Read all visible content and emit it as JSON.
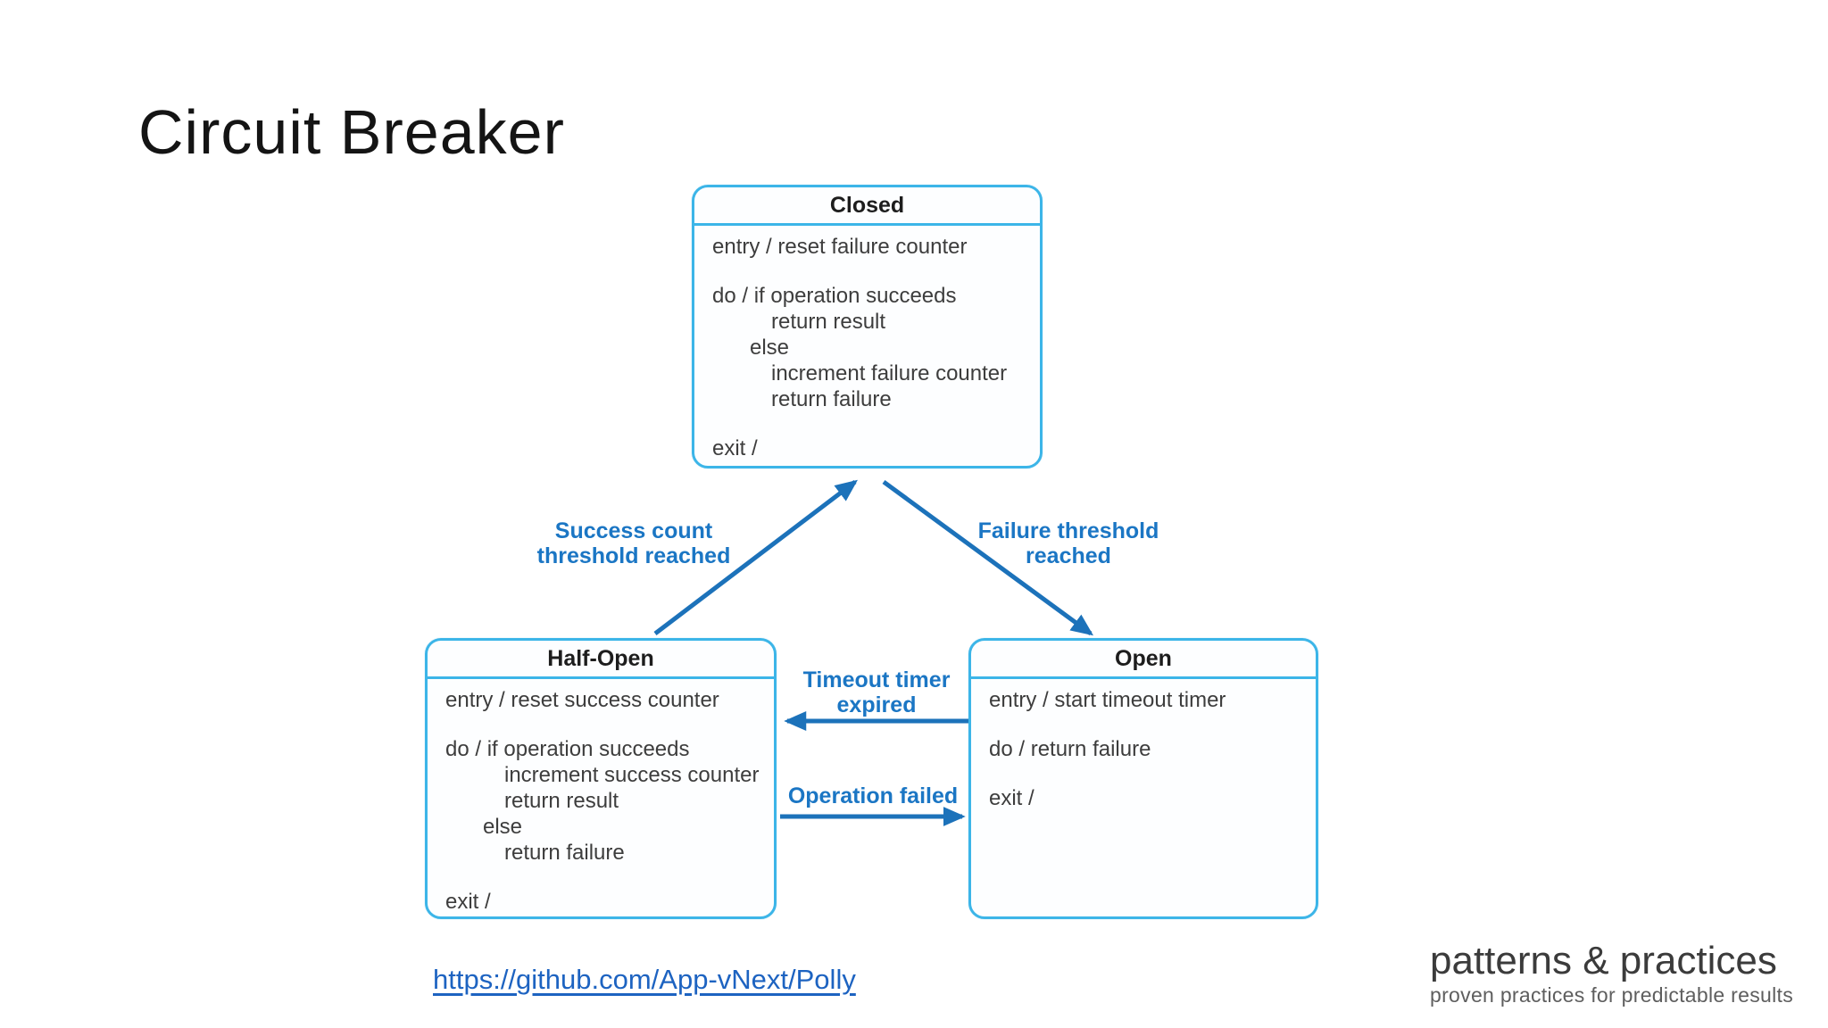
{
  "slide": {
    "title": "Circuit Breaker"
  },
  "diagram": {
    "type": "state-machine",
    "colors": {
      "box_border": "#3cb5e8",
      "arrow_blue": "#1c72ba",
      "label_blue": "#1b76c4",
      "body_text": "#3d3d3d"
    },
    "states": {
      "closed": {
        "title": "Closed",
        "lines": [
          "entry / reset failure counter",
          "do / if operation succeeds",
          "return result",
          "else",
          "increment failure counter",
          "return failure",
          "exit /"
        ]
      },
      "half_open": {
        "title": "Half-Open",
        "lines": [
          "entry / reset success counter",
          "do / if operation succeeds",
          "increment success counter",
          "return result",
          "else",
          "return failure",
          "exit /"
        ]
      },
      "open": {
        "title": "Open",
        "lines": [
          "entry / start timeout timer",
          "do / return failure",
          "exit /"
        ]
      }
    },
    "transitions": {
      "success": {
        "from": "Half-Open",
        "to": "Closed",
        "line1": "Success count",
        "line2": "threshold reached"
      },
      "failure": {
        "from": "Closed",
        "to": "Open",
        "line1": "Failure threshold",
        "line2": "reached"
      },
      "timeout": {
        "from": "Open",
        "to": "Half-Open",
        "line1": "Timeout timer",
        "line2": "expired"
      },
      "operation_failed": {
        "from": "Half-Open",
        "to": "Open",
        "label": "Operation failed"
      }
    }
  },
  "footer": {
    "link": {
      "text": "https://github.com/App-vNext/Polly",
      "href": "https://github.com/App-vNext/Polly"
    },
    "logo": {
      "name": "patterns & practices",
      "tagline": "proven practices for predictable results"
    }
  }
}
